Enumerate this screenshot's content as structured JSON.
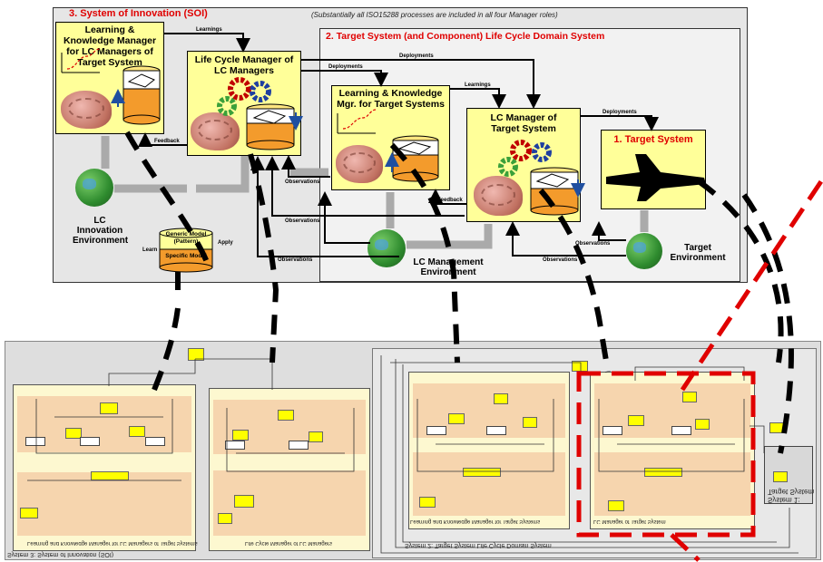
{
  "top": {
    "soi_title": "3.  System of Innovation (SOI)",
    "note": "(Substantially all ISO15288 processes are included in all four Manager roles)",
    "domain_title": "2.  Target System (and Component)  Life Cycle Domain System",
    "boxes": {
      "lk_lc": "Learning & Knowledge Manager for LC Managers of Target System",
      "lcm_lc": "Life Cycle Manager of LC Managers",
      "lk_ts": "Learning & Knowledge Mgr. for Target Systems",
      "lcm_ts": "LC Manager of Target System",
      "target": "1. Target System"
    },
    "environments": {
      "innovation": "LC Innovation Environment",
      "management": "LC Management Environment",
      "target": "Target Environment"
    },
    "model": {
      "generic": "Generic Model (Pattern)",
      "specific": "Specific Model",
      "learn": "Learn",
      "apply": "Apply"
    },
    "flow_labels": {
      "learnings1": "Learnings",
      "learnings2": "Learnings",
      "deployments1": "Deployments",
      "deployments2": "Deployments",
      "deployments3": "Deployments",
      "feedback1": "Feedback",
      "feedback2": "Feedback",
      "observations1": "Observations",
      "observations2": "Observations",
      "observations3": "Observations",
      "observations4": "Observations",
      "observations5": "Observations"
    }
  },
  "bottom": {
    "soi_label": "System 3: System of Innovation (SOI)",
    "domain_label": "System 2: Target System Life Cycle Domain System",
    "target_label": "System 1: Target System",
    "panel1_label": "Learning and Knowledge Manager for LC Managers of Target Systems",
    "panel2_label": "Life Cycle Manager of LC Managers",
    "panel3_label": "Learning and Knowledge Manager for Target Systems",
    "panel4_label": "LC Manager of Target System"
  },
  "colors": {
    "accent_red": "#e00000",
    "box_yellow": "#ffff99",
    "highlight_yellow": "#ffff00",
    "panel_bg": "#eeeeee"
  }
}
